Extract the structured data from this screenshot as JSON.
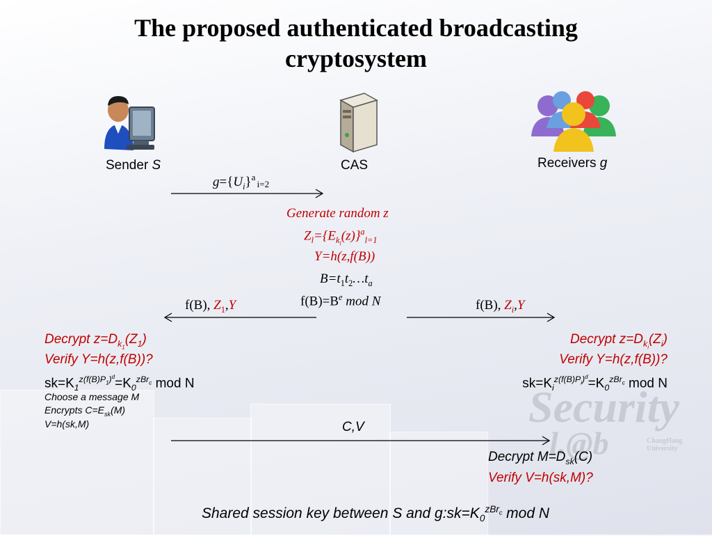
{
  "slide": {
    "title_line1": "The proposed authenticated broadcasting",
    "title_line2": "cryptosystem"
  },
  "roles": {
    "sender_label": "Sender ",
    "sender_var": "S",
    "cas_label": "CAS",
    "receivers_label": "Receivers ",
    "receivers_var": "g"
  },
  "icons": {
    "sender": "user-computer-icon",
    "cas": "server-icon",
    "receivers": "users-group-icon"
  },
  "watermark": {
    "line1": "Security",
    "line2": "l.@b",
    "caption": "ChangHang University"
  },
  "colors": {
    "red": "#c00000",
    "black": "#000000"
  },
  "msg1": {
    "g": "g",
    "eq": "={",
    "U": "U",
    "i": "i",
    "close": "}",
    "sup_a": "a",
    "sub_i2": "i=2"
  },
  "cas_steps": {
    "gen": "Generate random z",
    "zl_Z": "Z",
    "zl_l": "l",
    "zl_eqE": "={E",
    "zl_k": "k",
    "zl_kl": "l",
    "zl_z": "(z)}",
    "zl_a": "a",
    "zl_l1": "l=1",
    "yeq": "Y=h(z,f(B))",
    "B_pre": "B=t",
    "B_1": "1",
    "B_t2": "t",
    "B_2": "2",
    "B_dots": "…t",
    "B_a": "a",
    "fB_pre": "f(B)=B",
    "fB_e": "e",
    "fB_post": " mod N"
  },
  "msg_left": {
    "fB": "f(B), ",
    "Z": "Z",
    "Zsub": "1",
    "comma": ",",
    "Y": "Y"
  },
  "msg_right": {
    "fB": "f(B), ",
    "Z": "Z",
    "Zsub": "i",
    "comma": ",",
    "Y": "Y"
  },
  "sender_steps": {
    "dec_pre": "Decrypt z=D",
    "dec_k": "k",
    "dec_k1": "1",
    "dec_Z": "(Z",
    "dec_Z1": "1",
    "dec_close": ")",
    "verify": "Verify Y=h(z,f(B))?",
    "sk_pre": "sk=K",
    "sk_1": "1",
    "sk_exp_a": "z(f(B)P",
    "sk_exp_1": "1",
    "sk_exp_b": ")",
    "sk_exp_d": "d",
    "sk_eqK": "=K",
    "sk_0": "0",
    "sk_zBr": "zBr",
    "sk_c": "c",
    "sk_post": " mod N",
    "choose": "Choose a message M",
    "enc_pre": "Encrypts C=E",
    "enc_sk": "sk",
    "enc_post": "(M)",
    "vdef": "V=h(sk,M)"
  },
  "receiver_steps": {
    "dec_pre": "Decrypt z=D",
    "dec_k": "k",
    "dec_ki": "i",
    "dec_Z": "(Z",
    "dec_Zi": "i",
    "dec_close": ")",
    "verify": "Verify Y=h(z,f(B))?",
    "sk_pre": "sk=K",
    "sk_i": "i",
    "sk_exp_a": "z(f(B)P",
    "sk_exp_i": "i",
    "sk_exp_b": ")",
    "sk_exp_d": "d",
    "sk_eqK": "=K",
    "sk_0": "0",
    "sk_zBr": "zBr",
    "sk_c": "c",
    "sk_post": " mod N"
  },
  "msg_cv": "C,V",
  "final_steps": {
    "dec_pre": "Decrypt M=D",
    "dec_sk": "sk",
    "dec_post": "(C)",
    "verify": "Verify V=h(sk,M)?"
  },
  "footer": {
    "pre": "Shared session key between S and g:sk=K",
    "sub0": "0",
    "sup_zBr": "zBr",
    "sup_c": "c",
    "post": " mod N"
  }
}
